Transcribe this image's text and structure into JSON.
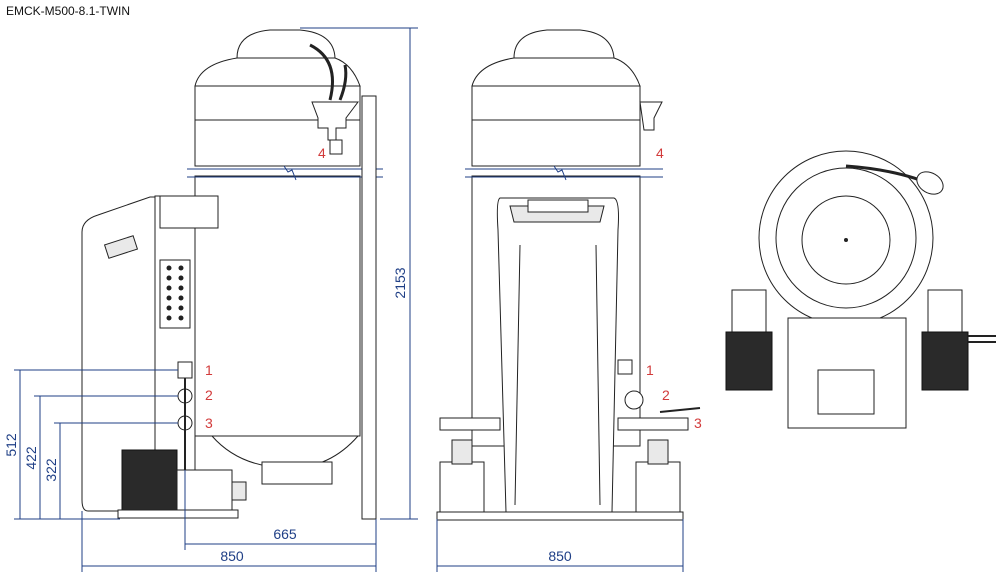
{
  "title": "EMCK-M500-8.1-TWIN",
  "dimensions": {
    "height_total": "2153",
    "h1": "512",
    "h2": "422",
    "h3": "322",
    "depth_inner": "665",
    "width_side": "850",
    "width_front": "850"
  },
  "markers": {
    "side": [
      "1",
      "2",
      "3",
      "4"
    ],
    "front": [
      "1",
      "2",
      "3",
      "4"
    ]
  }
}
